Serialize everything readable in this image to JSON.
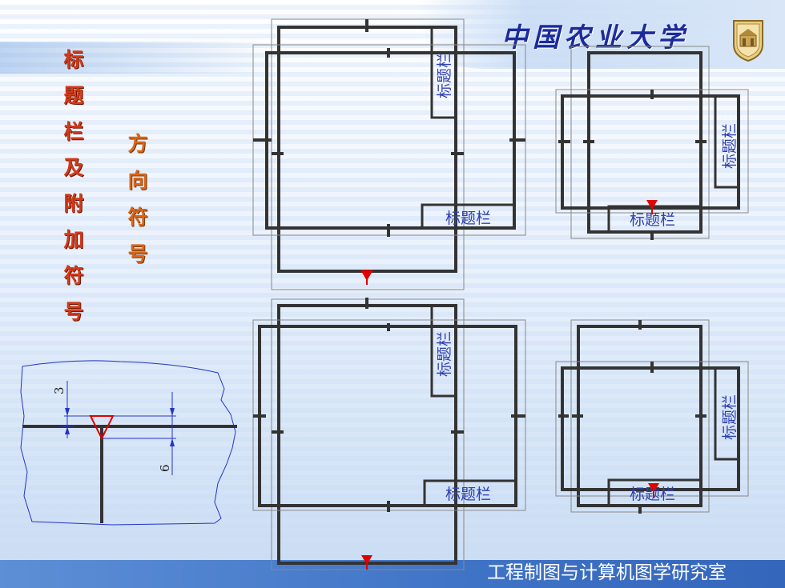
{
  "title": {
    "main_chars": [
      "标",
      "题",
      "栏",
      "及",
      "附",
      "加",
      "符",
      "号"
    ],
    "sub_chars": [
      "方",
      "向",
      "符",
      "号"
    ]
  },
  "header": {
    "university_name": "中国农业大学"
  },
  "footer": {
    "lab_name": "工程制图与计算机图学研究室"
  },
  "title_block_label": "标题栏",
  "dimension_labels": {
    "upper": "3",
    "lower": "6"
  },
  "colors": {
    "title_red": "#d23a1a",
    "title_orange": "#d9651a",
    "university_blue": "#1c2a9a",
    "footer_blue": "#3f73c6",
    "label_blue": "#3040b0",
    "mark_red": "#e00000"
  }
}
